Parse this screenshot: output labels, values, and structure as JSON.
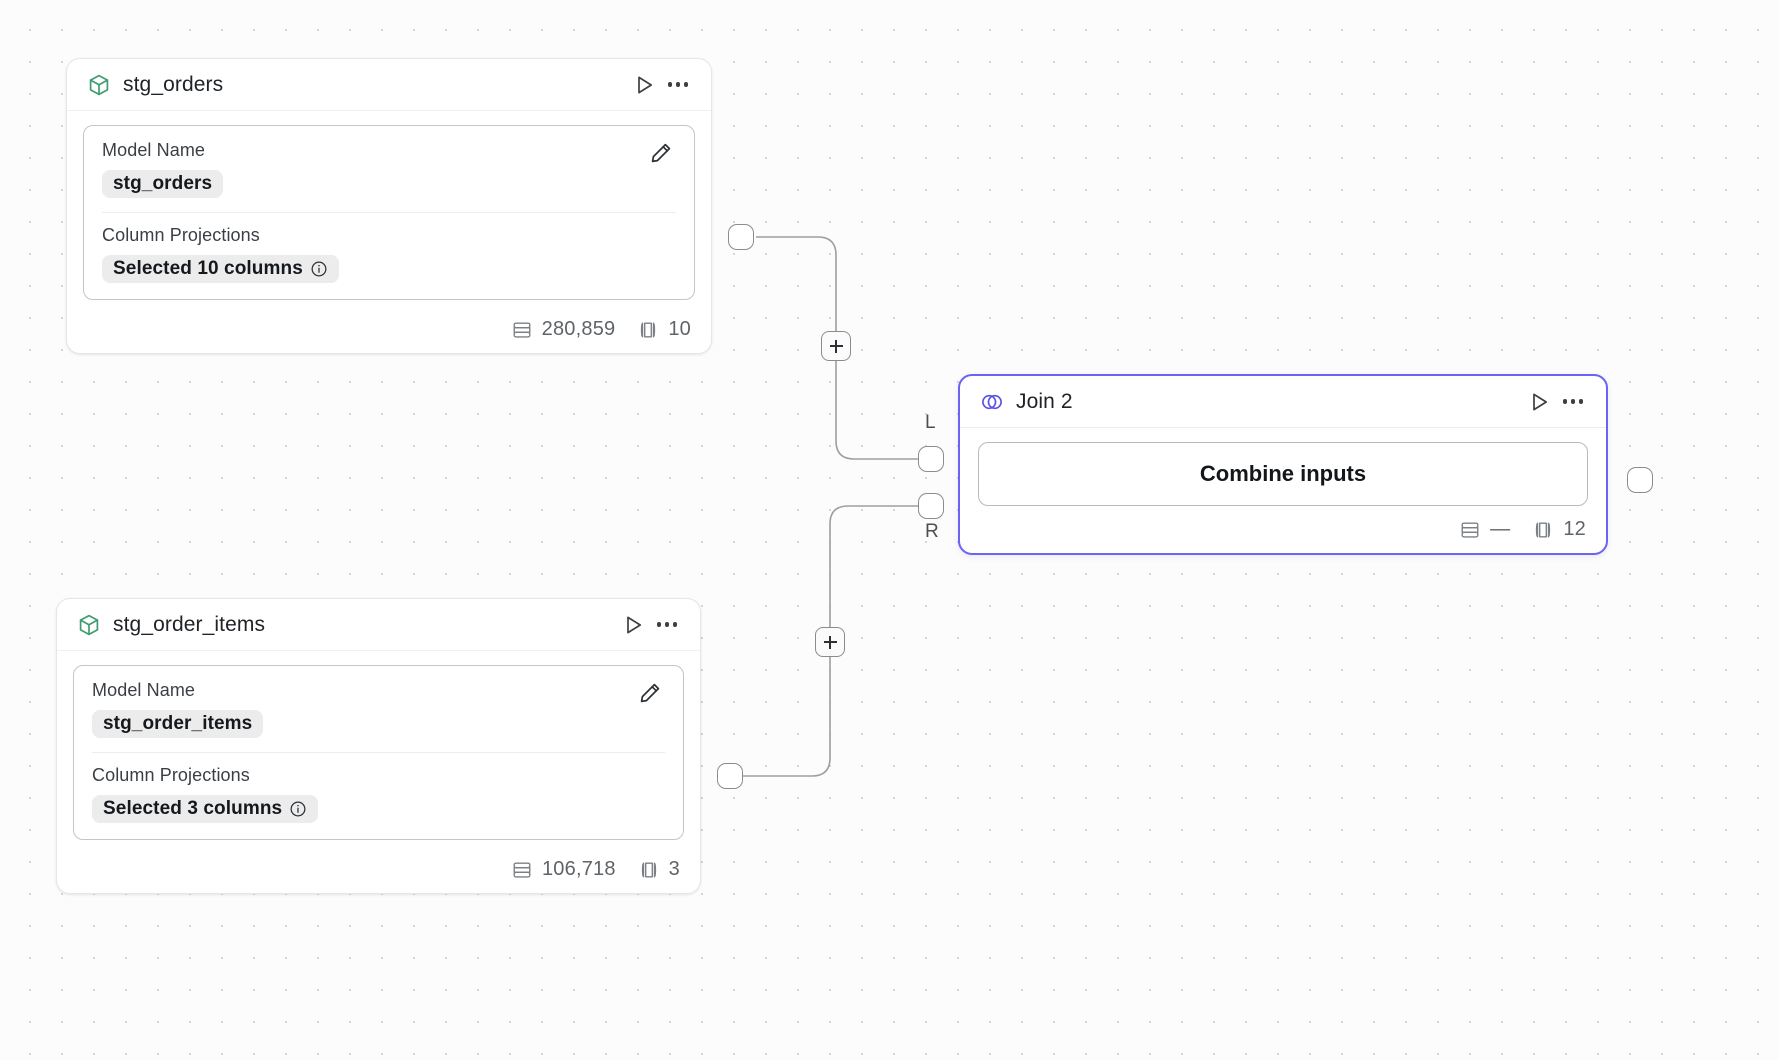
{
  "canvas": {
    "background_color": "#fcfcfc",
    "dot_color": "#d6d6d6",
    "grid_spacing": "32"
  },
  "accent_color": "#6c63f2",
  "model_icon_color": "#3f9d6f",
  "nodes": [
    {
      "id": "stg_orders",
      "title": "stg_orders",
      "type_icon": "cube-icon",
      "run_icon": "play-icon",
      "menu_icon": "more-options-icon",
      "edit_icon": "pencil-icon",
      "properties": {
        "model_name_label": "Model Name",
        "model_name_value": "stg_orders",
        "column_projections_label": "Column Projections",
        "column_projections_value": "Selected 10 columns",
        "info_icon": "info-icon"
      },
      "stats": {
        "rows_icon": "rows-icon",
        "rows": "280,859",
        "columns_icon": "columns-icon",
        "columns": "10"
      }
    },
    {
      "id": "stg_order_items",
      "title": "stg_order_items",
      "type_icon": "cube-icon",
      "run_icon": "play-icon",
      "menu_icon": "more-options-icon",
      "edit_icon": "pencil-icon",
      "properties": {
        "model_name_label": "Model Name",
        "model_name_value": "stg_order_items",
        "column_projections_label": "Column Projections",
        "column_projections_value": "Selected 3 columns",
        "info_icon": "info-icon"
      },
      "stats": {
        "rows_icon": "rows-icon",
        "rows": "106,718",
        "columns_icon": "columns-icon",
        "columns": "3"
      }
    },
    {
      "id": "join_2",
      "title": "Join 2",
      "type_icon": "venn-join-icon",
      "run_icon": "play-icon",
      "menu_icon": "more-options-icon",
      "selected": true,
      "body": {
        "combine_label": "Combine inputs"
      },
      "stats": {
        "rows_icon": "rows-icon",
        "rows": "—",
        "columns_icon": "columns-icon",
        "columns": "12"
      },
      "input_handles": [
        {
          "key": "L",
          "label": "L"
        },
        {
          "key": "R",
          "label": "R"
        }
      ]
    }
  ],
  "edge_buttons": [
    {
      "id": "add-node-on-edge-top",
      "label": "+"
    },
    {
      "id": "add-node-on-edge-bottom",
      "label": "+"
    }
  ]
}
